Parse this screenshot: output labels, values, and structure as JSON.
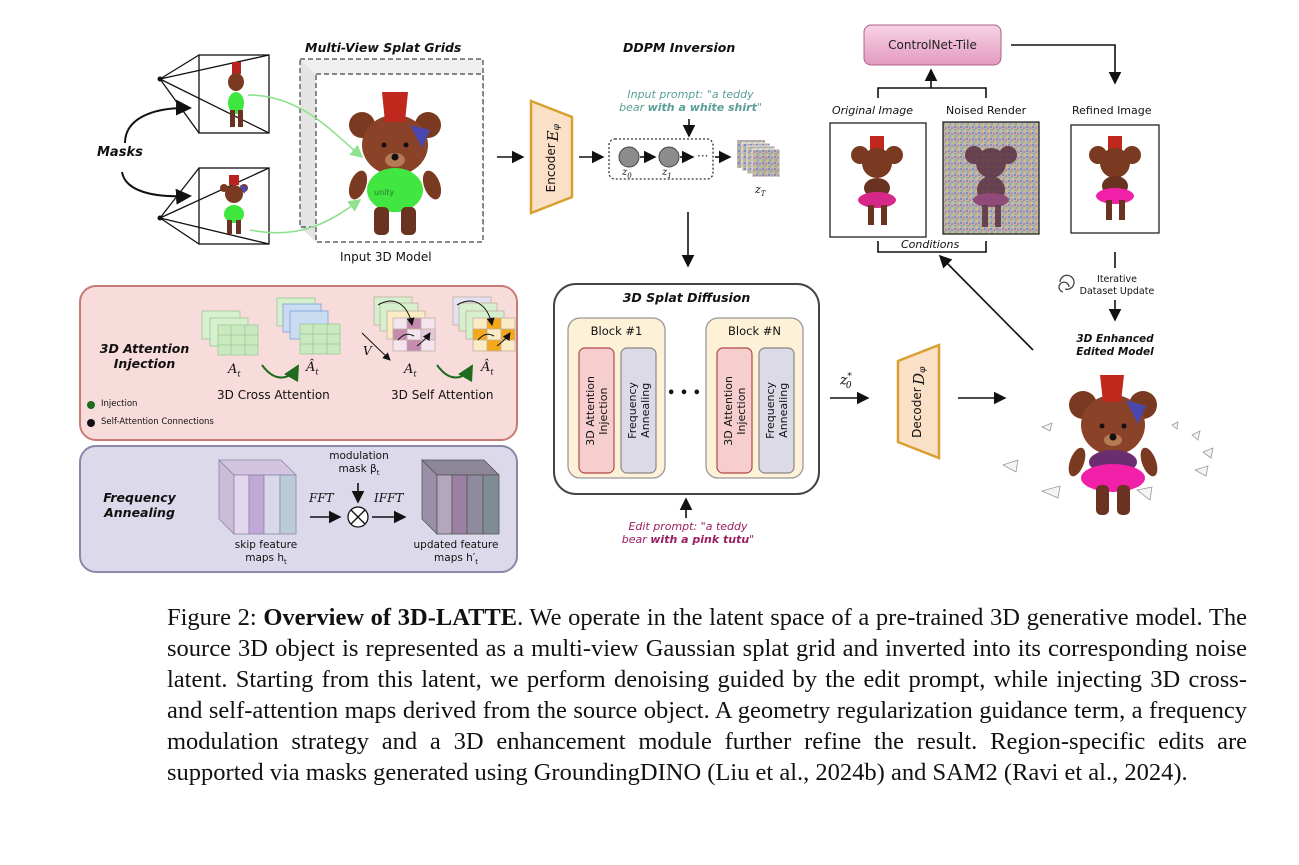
{
  "figure": {
    "masks_label": "Masks",
    "multiview_title": "Multi-View Splat Grids",
    "input_model_label": "Input 3D Model",
    "shirt_text": "unity",
    "ddpm_title": "DDPM Inversion",
    "encoder_label": "Encoder",
    "encoder_symbol": "E",
    "encoder_sub": "φ",
    "input_prompt_line1": "Input prompt: \"a teddy",
    "input_prompt_line2_plain": "bear ",
    "input_prompt_line2_bold": "with a white shirt",
    "input_prompt_close": "\"",
    "z0": "z",
    "z0_sub": "0",
    "z1": "z",
    "z1_sub": "1",
    "zT": "z",
    "zT_sub": "T",
    "controlnet_label": "ControlNet-Tile",
    "original_image_label": "Original Image",
    "noised_render_label": "Noised Render",
    "refined_image_label": "Refined Image",
    "conditions_label": "Conditions",
    "iterative_line1": "Iterative",
    "iterative_line2": "Dataset Update",
    "enhanced_line1": "3D Enhanced",
    "enhanced_line2": "Edited Model",
    "attention_panel": {
      "title_line1": "3D Attention",
      "title_line2": "Injection",
      "cross_label": "3D Cross Attention",
      "self_label": "3D Self Attention",
      "a_t": "A",
      "a_sub": "t",
      "v_label": "V",
      "legend": [
        {
          "label": "Injection",
          "color": "#1e6b1e"
        },
        {
          "label": "Self-Attention Connections",
          "color": "#111111"
        }
      ]
    },
    "frequency_panel": {
      "title_line1": "Frequency",
      "title_line2": "Annealing",
      "modulation_line1": "modulation",
      "modulation_line2": "mask β",
      "modulation_sub": "t",
      "fft": "FFT",
      "ifft": "IFFT",
      "skip_line1": "skip feature",
      "skip_line2": "maps h",
      "skip_sub": "t",
      "updated_line1": "updated feature",
      "updated_line2": "maps h′",
      "updated_sub": "t"
    },
    "diffusion_panel": {
      "title": "3D Splat Diffusion",
      "block1": "Block #1",
      "blockN": "Block #N",
      "attn_line1": "3D Attention",
      "attn_line2": "Injection",
      "freq_line1": "Frequency",
      "freq_line2": "Annealing",
      "ellipsis": "• • •"
    },
    "edit_prompt_line1": "Edit prompt: \"a teddy",
    "edit_prompt_line2_plain": "bear ",
    "edit_prompt_line2_bold": "with a pink tutu",
    "edit_prompt_close": "\"",
    "z0star": "z",
    "z0star_sup": "*",
    "z0star_sub": "0",
    "decoder_label": "Decoder",
    "decoder_symbol": "D",
    "decoder_sub": "φ"
  },
  "colors": {
    "encoder_fill": "#fbe0c8",
    "encoder_stroke": "#d9a030",
    "attention_panel_bg": "#f8dcdc",
    "attention_panel_border": "#c97a74",
    "frequency_panel_bg": "#dcdaea",
    "frequency_panel_border": "#8a87a8",
    "block_bg": "#fdf1d8",
    "input_prompt_color": "#5a9e98",
    "edit_prompt_color": "#9a1e62",
    "controlnet_fill": "#e8a6c8"
  },
  "caption": {
    "prefix": "Figure 2: ",
    "bold": "Overview of 3D-LATTE",
    "text": ". We operate in the latent space of a pre-trained 3D generative model. The source 3D object is represented as a multi-view Gaussian splat grid and inverted into its corresponding noise latent. Starting from this latent, we perform denoising guided by the edit prompt, while injecting 3D cross- and self-attention maps derived from the source object. A geometry regularization guidance term, a frequency modulation strategy and a 3D enhancement module further refine the result. Region-specific edits are supported via masks generated using GroundingDINO (Liu et al., 2024b) and SAM2 (Ravi et al., 2024)."
  }
}
